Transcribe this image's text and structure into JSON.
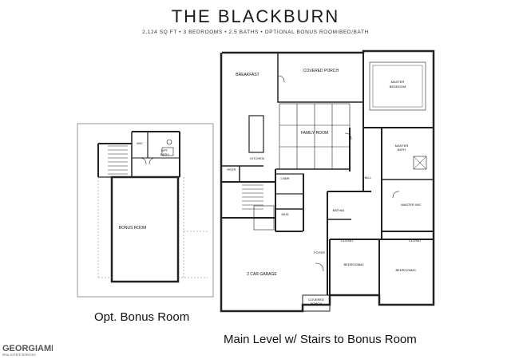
{
  "header": {
    "title": "THE BLACKBURN",
    "subtitle": "2,124 SQ FT • 3 BEDROOMS • 2.5 BATHS • OPTIONAL BONUS ROOM/BED/BATH"
  },
  "captions": {
    "bonus": "Opt. Bonus Room",
    "main": "Main Level w/ Stairs to Bonus Room"
  },
  "rooms": {
    "breakfast": "BREAKFAST",
    "covered_porch": "COVERED PORCH",
    "master_bedroom_1": "MASTER",
    "master_bedroom_2": "BEDROOM",
    "family_room": "FAMILY ROOM",
    "kitchen": "KITCHEN",
    "pantry": "PNTR",
    "laundry": "LNDR",
    "mud": "MUD",
    "hall": "HALL",
    "master_bath_1": "MASTER",
    "master_bath_2": "BATH",
    "master_wic": "MASTER WIC",
    "bath2": "BATH#2",
    "foyer": "FOYER",
    "bedroom2": "BEDROOM#2",
    "bedroom3": "BEDROOM#3",
    "closet_a": "CLOSET",
    "closet_b": "CLOSET",
    "garage": "2 CAR GARAGE",
    "covered_porch_front_1": "COVERED",
    "covered_porch_front_2": "PORCH",
    "bonus_room": "BONUS ROOM",
    "bonus_wic": "WIC",
    "bonus_bath_1": "OPT",
    "bonus_bath_2": "BATH"
  },
  "logo": {
    "name": "GEORGIAMLS",
    "tagline": "REAL ESTATE SERVICES"
  }
}
